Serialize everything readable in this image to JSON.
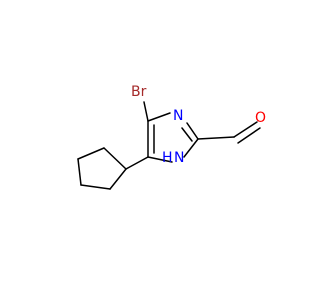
{
  "molecule": {
    "atoms": {
      "bromine": "Br",
      "nitrogen_top": "N",
      "nitrogen_bottom": "H",
      "nitrogen_bottom_n": "N",
      "oxygen": "O"
    },
    "colors": {
      "bromine": "#a52a2a",
      "nitrogen": "#0000ff",
      "oxygen": "#ff0000",
      "bond": "#000000"
    }
  }
}
